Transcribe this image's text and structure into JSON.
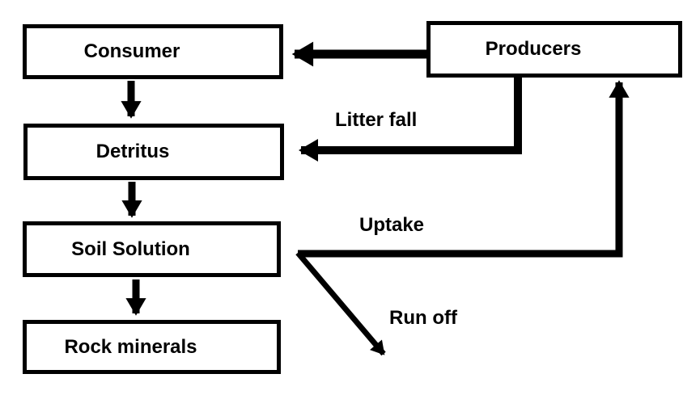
{
  "diagram": {
    "description": "Nutrient cycle flow diagram",
    "nodes": [
      {
        "id": "consumer",
        "label": "Consumer"
      },
      {
        "id": "producers",
        "label": "Producers"
      },
      {
        "id": "detritus",
        "label": "Detritus"
      },
      {
        "id": "soil-solution",
        "label": "Soil Solution"
      },
      {
        "id": "rock-minerals",
        "label": "Rock minerals"
      }
    ],
    "edges": [
      {
        "from": "producers",
        "to": "consumer",
        "label": ""
      },
      {
        "from": "consumer",
        "to": "detritus",
        "label": ""
      },
      {
        "from": "producers",
        "to": "detritus",
        "label": "Litter fall"
      },
      {
        "from": "detritus",
        "to": "soil-solution",
        "label": ""
      },
      {
        "from": "soil-solution",
        "to": "rock-minerals",
        "label": ""
      },
      {
        "from": "soil-solution",
        "to": "producers",
        "label": "Uptake"
      },
      {
        "from": "soil-solution",
        "to": "outside",
        "label": "Run off"
      }
    ],
    "colors": {
      "stroke": "#000000",
      "box_fill": "#ffffff",
      "background": "#ffffff",
      "text": "#000000"
    }
  }
}
